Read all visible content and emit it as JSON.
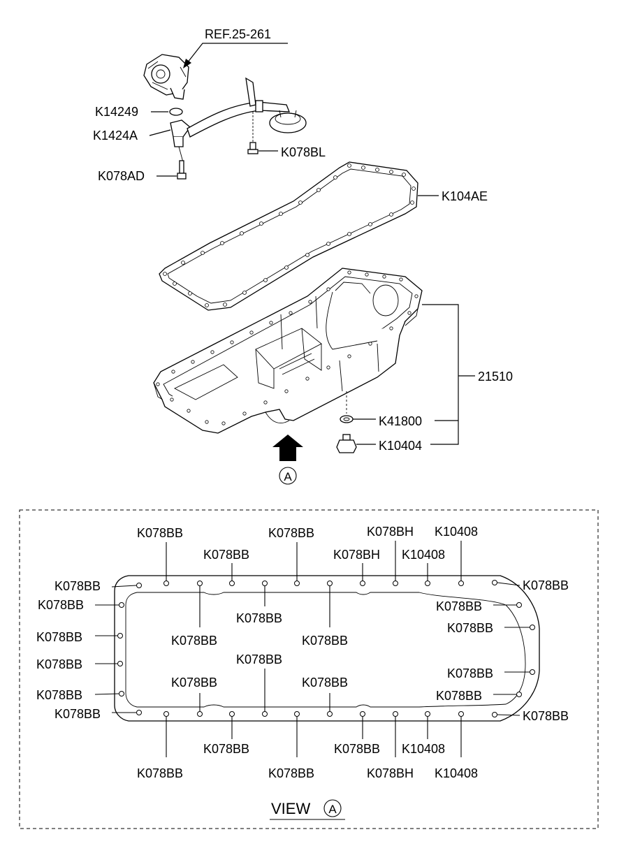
{
  "upper_labels": {
    "ref": "REF.25-261",
    "k14249": "K14249",
    "k1424a": "K1424A",
    "k078ad": "K078AD",
    "k078bl": "K078BL",
    "k104ae": "K104AE",
    "p21510": "21510",
    "k41800": "K41800",
    "k10404": "K10404",
    "arrow_marker": "A"
  },
  "view": {
    "title": "VIEW",
    "marker": "A"
  },
  "view_labels": {
    "top_outer": [
      "K078BB",
      "K078BB",
      "K078BH",
      "K10408"
    ],
    "top_inner": [
      "K078BB",
      "K078BH",
      "K10408"
    ],
    "left": [
      "K078BB",
      "K078BB",
      "K078BB",
      "K078BB",
      "K078BB",
      "K078BB"
    ],
    "right": [
      "K078BB",
      "K078BB",
      "K078BB",
      "K078BB",
      "K078BB",
      "K078BB"
    ],
    "center_upper": [
      "K078BB",
      "K078BB",
      "K078BB"
    ],
    "center_middle": [
      "K078BB"
    ],
    "center_lower": [
      "K078BB",
      "K078BB"
    ],
    "bottom_inner": [
      "K078BB",
      "K078BB",
      "K10408"
    ],
    "bottom_outer": [
      "K078BB",
      "K078BB",
      "K078BH",
      "K10408"
    ]
  }
}
